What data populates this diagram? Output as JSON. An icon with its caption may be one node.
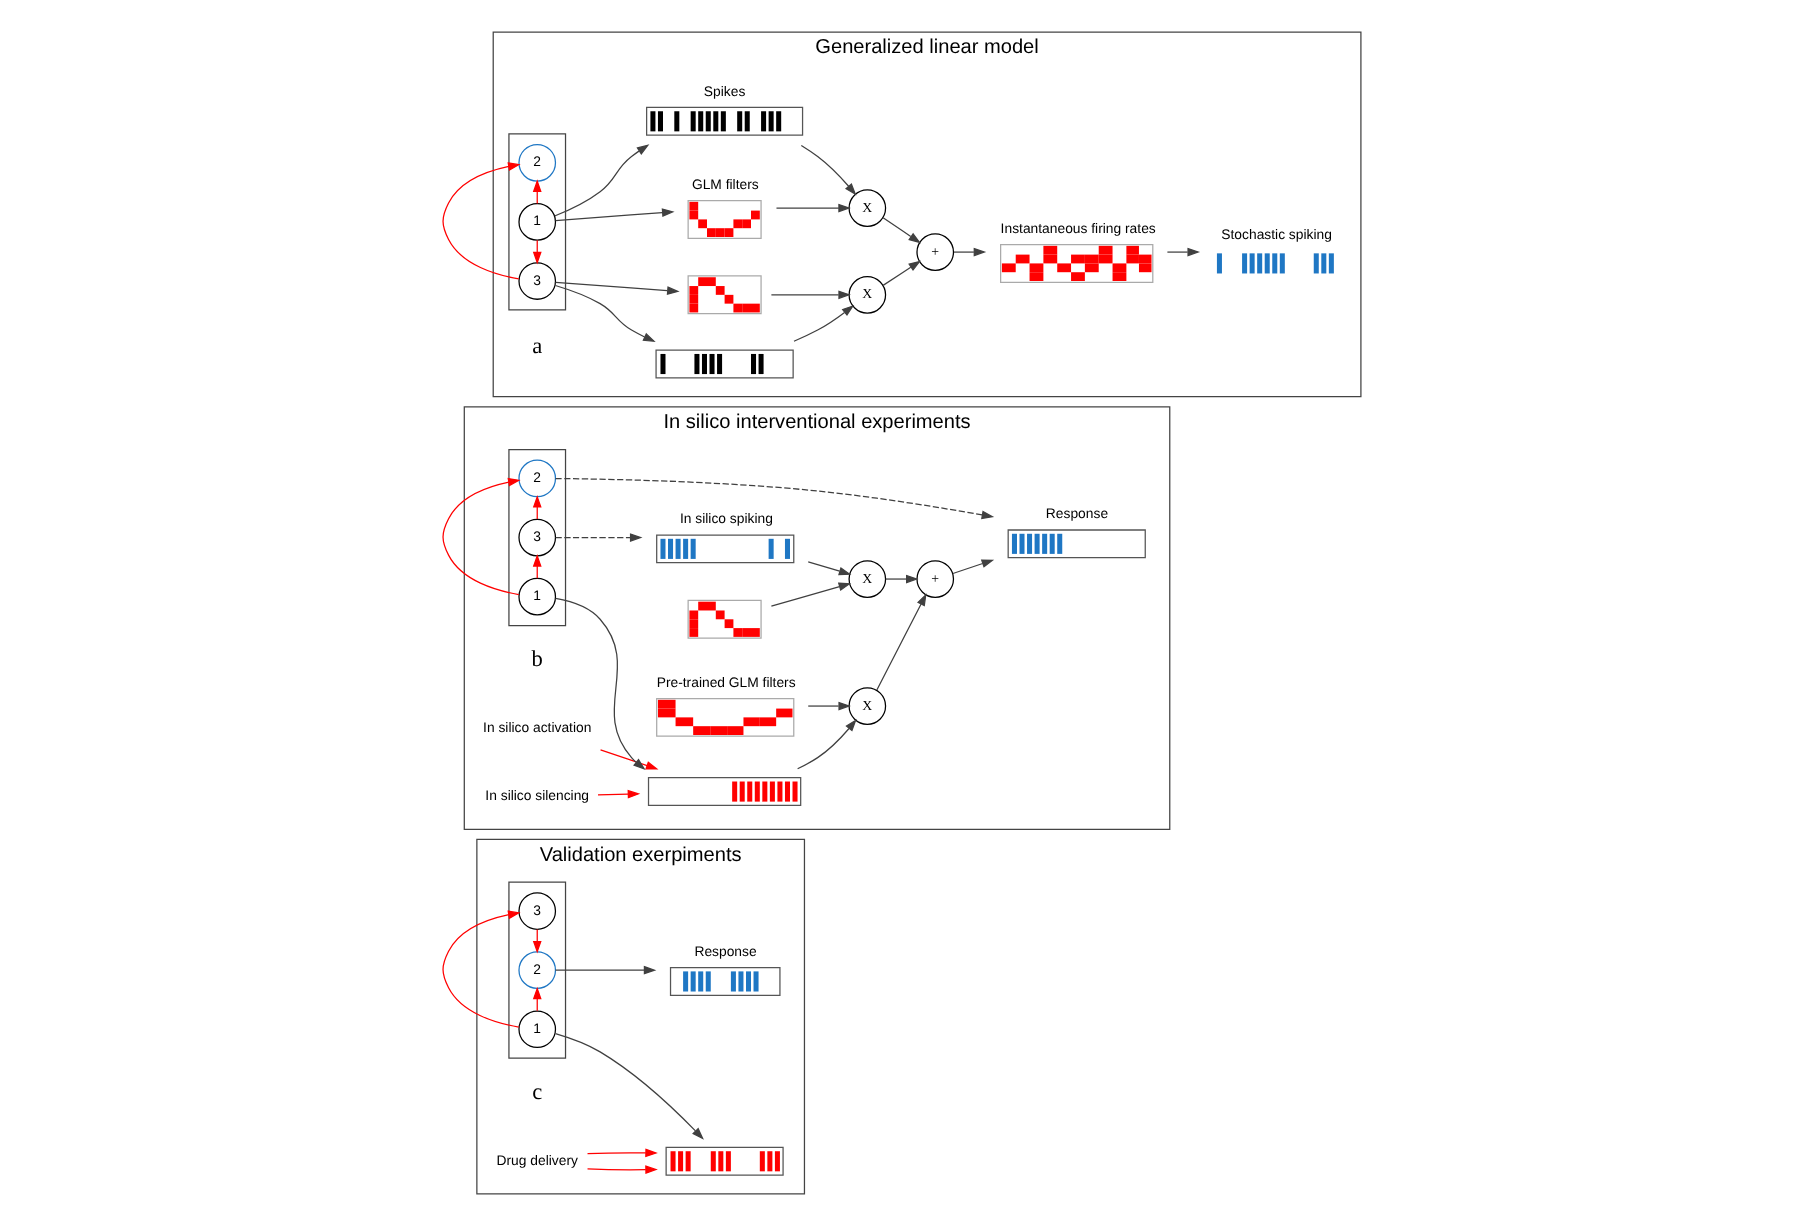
{
  "diagram": {
    "nodes": [
      {
        "text": [
          "Generalized linear model"
        ]
      },
      {
        "text": [],
        "shape": "box",
        "in": 0
      },
      {
        "text": [
          "1"
        ],
        "in": 1
      },
      {
        "text": [
          "2"
        ],
        "in": 1
      },
      {
        "text": [
          "3"
        ],
        "in": 1
      },
      {
        "text": [
          "Spikes"
        ],
        "in": 0
      },
      {
        "text": [
          "GLM filters"
        ],
        "in": 0
      },
      {
        "text": [],
        "shape": "picture",
        "in": 0
      },
      {
        "text": [],
        "shape": "box",
        "in": 0
      },
      {
        "text": [
          "X"
        ],
        "in": 0
      },
      {
        "text": [
          "X"
        ],
        "in": 0
      },
      {
        "text": [
          "+"
        ],
        "in": 0
      },
      {
        "text": [
          "Instantaneous firing rates"
        ],
        "in": 0
      },
      {
        "text": [
          "Stochastic spiking"
        ],
        "in": 0
      },
      {
        "text": [
          "In silico interventional experiments"
        ]
      },
      {
        "text": [],
        "shape": "box",
        "in": 14
      },
      {
        "text": [
          "1"
        ],
        "in": 15
      },
      {
        "text": [
          "2"
        ],
        "in": 15
      },
      {
        "text": [
          "3"
        ],
        "in": 15
      },
      {
        "text": [],
        "shape": "box",
        "in": 14
      },
      {
        "text": [
          "In silico silencing"
        ],
        "in": 14
      },
      {
        "text": [
          "In silico activation"
        ],
        "in": 14
      },
      {
        "text": [
          "Response"
        ],
        "in": 14
      },
      {
        "text": [
          "In silico spiking"
        ],
        "in": 14
      },
      {
        "text": [
          "X"
        ],
        "in": 14
      },
      {
        "text": [
          "+"
        ],
        "in": 14
      },
      {
        "text": [
          "X"
        ],
        "in": 14
      },
      {
        "text": [
          "Pre-trained GLM filters"
        ],
        "in": 14
      },
      {
        "text": [],
        "shape": "picture",
        "in": 14
      },
      {
        "text": [
          "Validation exerpiments"
        ]
      },
      {
        "text": [],
        "shape": "box",
        "in": 29
      },
      {
        "text": [
          "1"
        ],
        "in": 30
      },
      {
        "text": [
          "2"
        ],
        "in": 30
      },
      {
        "text": [
          "3"
        ],
        "in": 30
      },
      {
        "text": [],
        "shape": "box",
        "in": 29
      },
      {
        "text": [
          "Drug delivery"
        ],
        "in": 29
      },
      {
        "text": [
          "Response"
        ],
        "in": 29
      }
    ],
    "edges": [
      {
        "from": 2,
        "to": 3,
        "arrow": "to",
        "color": "#ff0000"
      },
      {
        "from": 2,
        "to": 4,
        "arrow": "to",
        "color": "#ff0000"
      },
      {
        "from": 4,
        "to": 3,
        "arrow": "to",
        "color": "#ff0000"
      },
      {
        "from": 2,
        "to": 5,
        "arrow": "to"
      },
      {
        "from": 2,
        "to": 6,
        "arrow": "to"
      },
      {
        "from": 4,
        "to": 7,
        "arrow": "to"
      },
      {
        "from": 4,
        "to": 8,
        "arrow": "to"
      },
      {
        "from": 5,
        "to": 9,
        "arrow": "to"
      },
      {
        "from": 6,
        "to": 9,
        "arrow": "to"
      },
      {
        "from": 7,
        "to": 10,
        "arrow": "to"
      },
      {
        "from": 8,
        "to": 10,
        "arrow": "to"
      },
      {
        "from": 9,
        "to": 11,
        "arrow": "to"
      },
      {
        "from": 10,
        "to": 11,
        "arrow": "to"
      },
      {
        "from": 11,
        "to": 12,
        "arrow": "to"
      },
      {
        "from": 12,
        "to": 13,
        "arrow": "to"
      },
      {
        "from": 16,
        "to": 17,
        "arrow": "to",
        "color": "#ff0000"
      },
      {
        "from": 16,
        "to": 18,
        "arrow": "to",
        "color": "#ff0000"
      },
      {
        "from": 18,
        "to": 17,
        "arrow": "to",
        "color": "#ff0000"
      },
      {
        "from": 16,
        "to": 19,
        "arrow": "to"
      },
      {
        "from": 17,
        "to": 22,
        "arrow": "to",
        "style": "dashed"
      },
      {
        "from": 18,
        "to": 23,
        "arrow": "to",
        "style": "dashed"
      },
      {
        "from": 20,
        "to": 19,
        "arrow": "to",
        "color": "#ff0000"
      },
      {
        "from": 21,
        "to": 19,
        "arrow": "to",
        "color": "#ff0000"
      },
      {
        "from": 19,
        "to": 24,
        "arrow": "to"
      },
      {
        "from": 27,
        "to": 24,
        "arrow": "to"
      },
      {
        "from": 24,
        "to": 25,
        "arrow": "to"
      },
      {
        "from": 26,
        "to": 25,
        "arrow": "to"
      },
      {
        "from": 25,
        "to": 22,
        "arrow": "to"
      },
      {
        "from": 23,
        "to": 26,
        "arrow": "to"
      },
      {
        "from": 28,
        "to": 26,
        "arrow": "to"
      },
      {
        "from": 31,
        "to": 32,
        "arrow": "to",
        "color": "#ff0000"
      },
      {
        "from": 31,
        "to": 33,
        "arrow": "to",
        "color": "#ff0000"
      },
      {
        "from": 33,
        "to": 32,
        "arrow": "to",
        "color": "#ff0000"
      },
      {
        "from": 31,
        "to": 34,
        "arrow": "to"
      },
      {
        "from": 32,
        "to": 36,
        "arrow": "to"
      },
      {
        "from": 35,
        "to": 34,
        "arrow": "to",
        "color": "#ff0000"
      },
      {
        "from": 35,
        "to": 34,
        "arrow": "to",
        "color": "#ff0000"
      }
    ],
    "labels": [
      "a",
      "b",
      "c"
    ]
  }
}
